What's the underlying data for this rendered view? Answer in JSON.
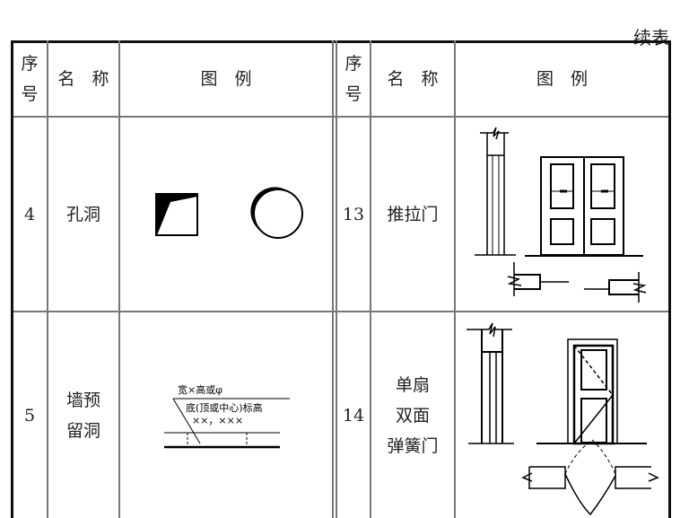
{
  "caption": "续表",
  "headers": {
    "seq": [
      "序",
      "号"
    ],
    "name": "名　称",
    "legend": "图　例"
  },
  "rows_left": [
    {
      "seq": "4",
      "name": [
        "孔洞"
      ]
    },
    {
      "seq": "5",
      "name": [
        "墙预",
        "留洞"
      ]
    }
  ],
  "rows_right": [
    {
      "seq": "13",
      "name": [
        "推拉门"
      ]
    },
    {
      "seq": "14",
      "name": [
        "单扇",
        "双面",
        "弹簧门"
      ]
    }
  ],
  "figure_text": {
    "size": "宽×高或φ",
    "elevation": "底(顶或中心)标高",
    "values": "××，×××"
  }
}
